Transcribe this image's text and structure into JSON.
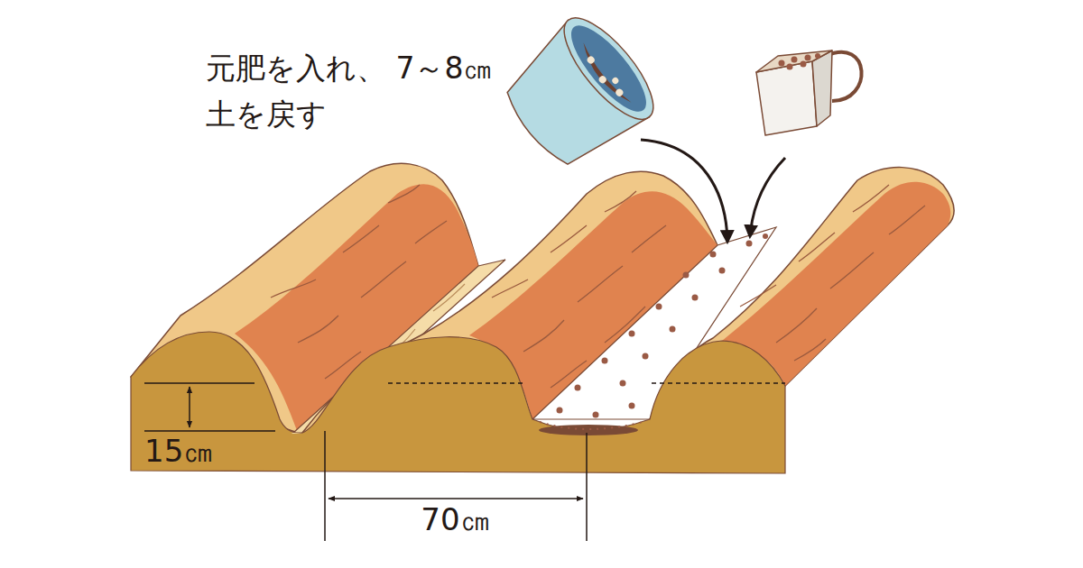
{
  "diagram": {
    "labels": [
      "元肥を入れ、 7～8㎝土を戻す",
      "15㎝",
      "70㎝"
    ]
  }
}
